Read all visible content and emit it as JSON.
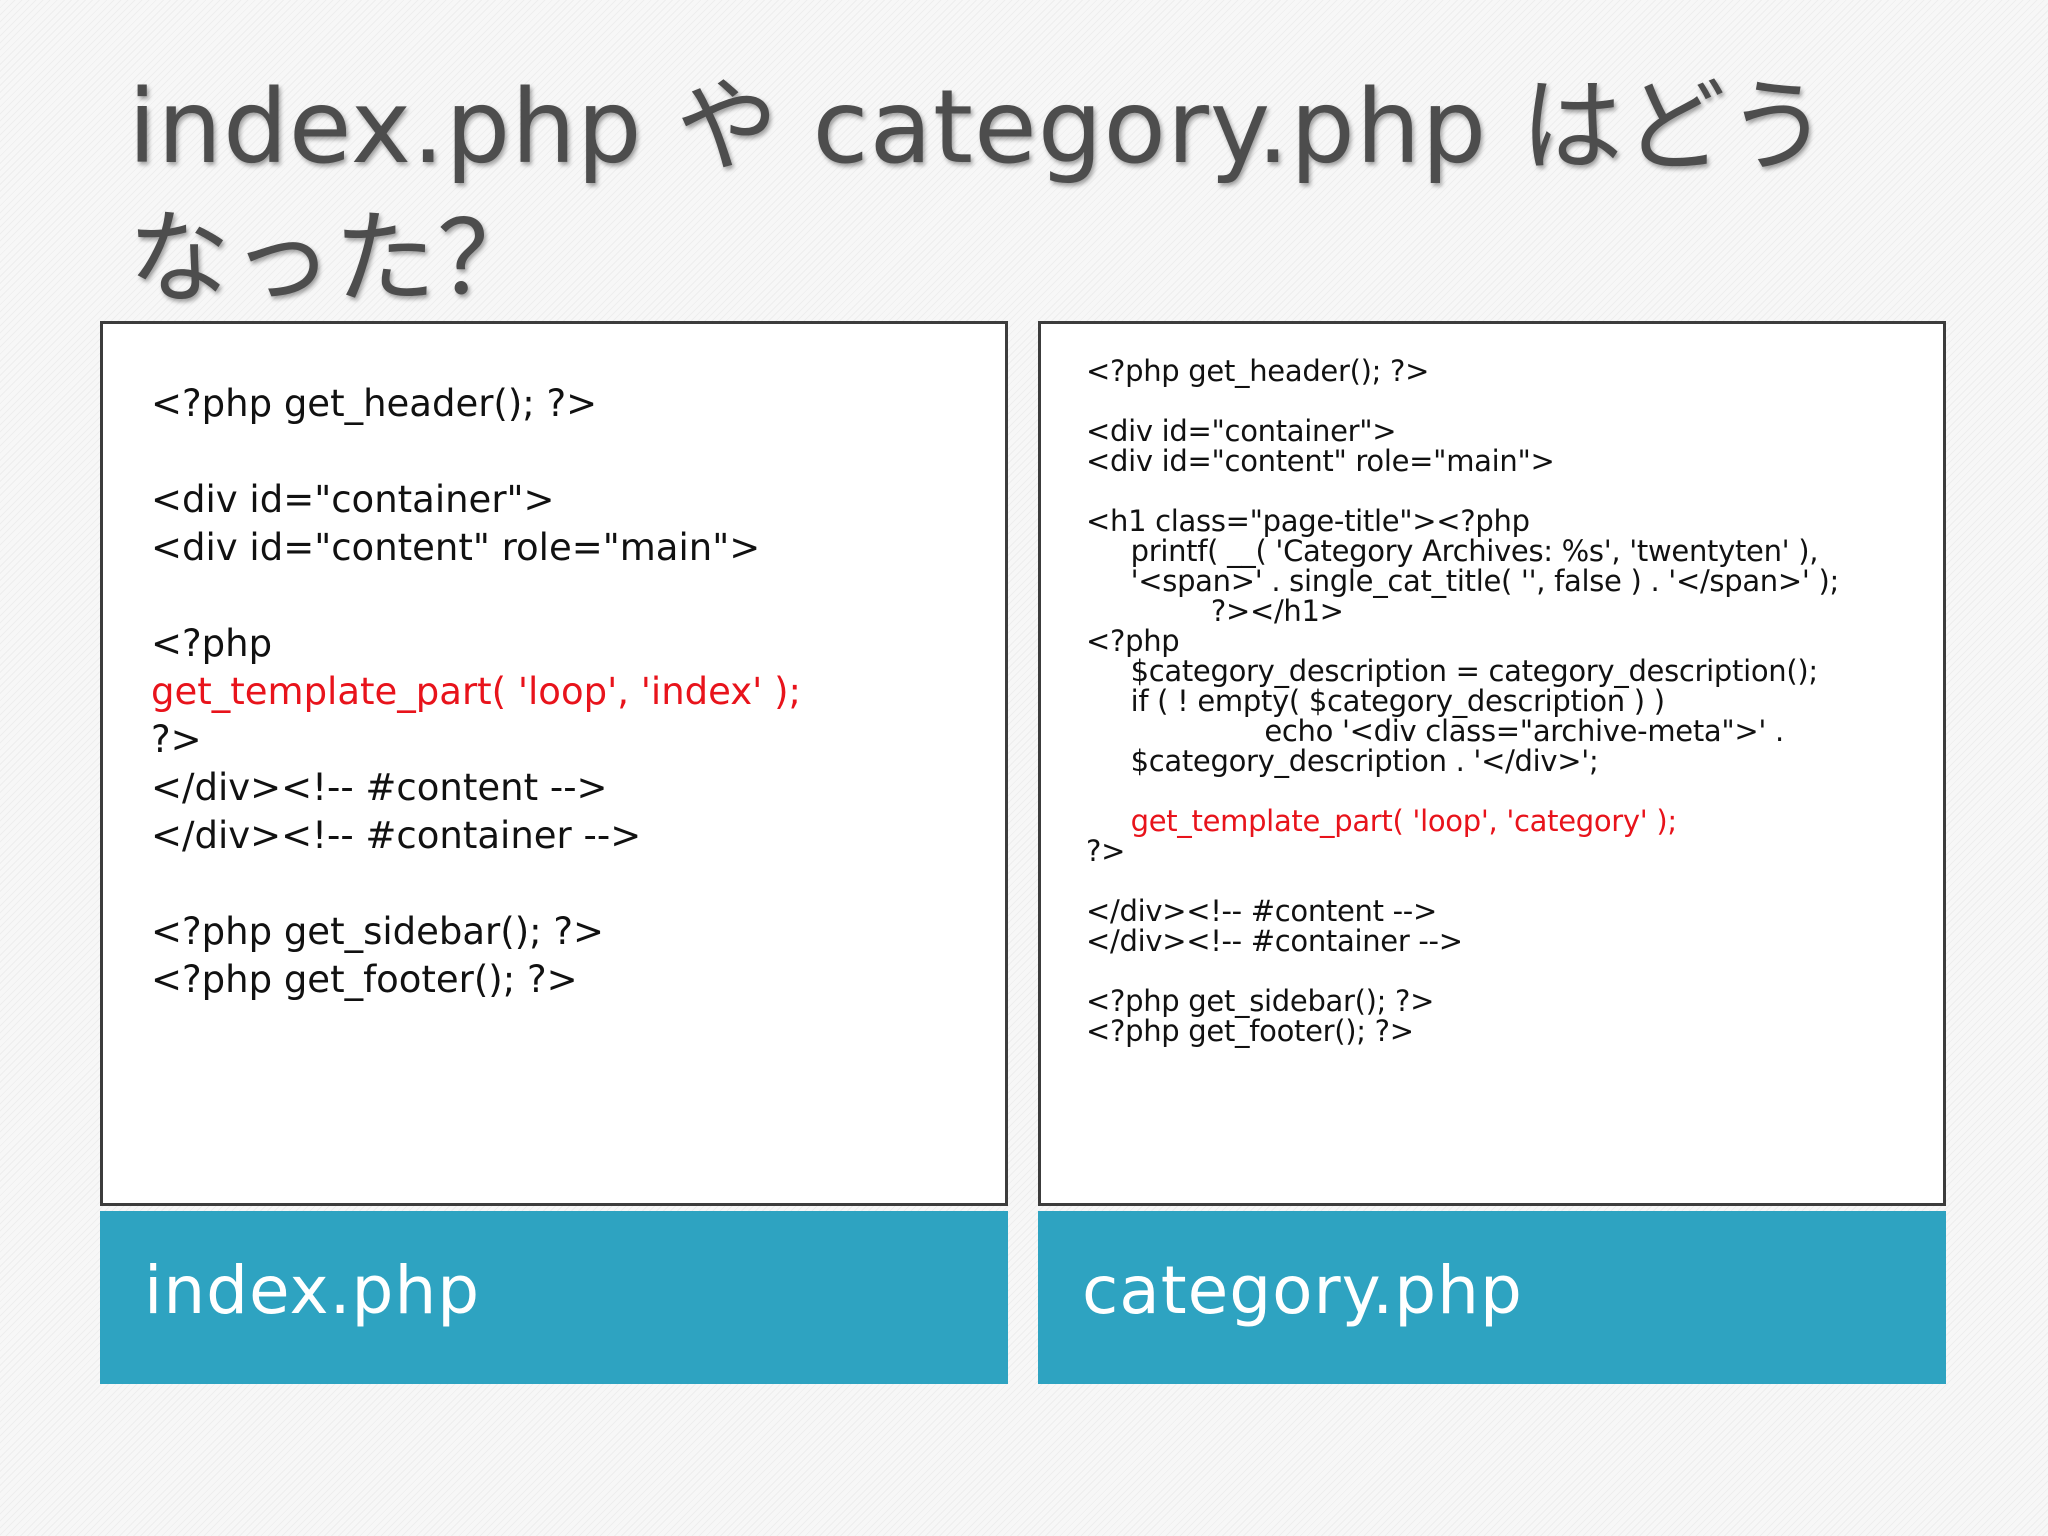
{
  "title": {
    "line1": "index.php や category.php はどう",
    "line2": "なった？"
  },
  "panels": {
    "left": {
      "caption": "index.php",
      "lines": [
        {
          "text": "<?php get_header(); ?>",
          "highlight": false
        },
        {
          "text": "",
          "highlight": false
        },
        {
          "text": "<div id=\"container\">",
          "highlight": false
        },
        {
          "text": "<div id=\"content\" role=\"main\">",
          "highlight": false
        },
        {
          "text": "",
          "highlight": false
        },
        {
          "text": "<?php",
          "highlight": false
        },
        {
          "text": "get_template_part( 'loop', 'index' );",
          "highlight": true
        },
        {
          "text": "?>",
          "highlight": false
        },
        {
          "text": "</div><!-- #content -->",
          "highlight": false
        },
        {
          "text": "</div><!-- #container -->",
          "highlight": false
        },
        {
          "text": "",
          "highlight": false
        },
        {
          "text": "<?php get_sidebar(); ?>",
          "highlight": false
        },
        {
          "text": "<?php get_footer(); ?>",
          "highlight": false
        }
      ]
    },
    "right": {
      "caption": "category.php",
      "lines": [
        {
          "text": "<?php get_header(); ?>",
          "highlight": false
        },
        {
          "text": "",
          "highlight": false
        },
        {
          "text": "<div id=\"container\">",
          "highlight": false
        },
        {
          "text": "<div id=\"content\" role=\"main\">",
          "highlight": false
        },
        {
          "text": "",
          "highlight": false
        },
        {
          "text": "<h1 class=\"page-title\"><?php",
          "highlight": false
        },
        {
          "text": "     printf( __( 'Category Archives: %s', 'twentyten' ),",
          "highlight": false
        },
        {
          "text": "     '<span>' . single_cat_title( '', false ) . '</span>' );",
          "highlight": false
        },
        {
          "text": "              ?></h1>",
          "highlight": false
        },
        {
          "text": "<?php",
          "highlight": false
        },
        {
          "text": "     $category_description = category_description();",
          "highlight": false
        },
        {
          "text": "     if ( ! empty( $category_description ) )",
          "highlight": false
        },
        {
          "text": "                    echo '<div class=\"archive-meta\">' .",
          "highlight": false
        },
        {
          "text": "     $category_description . '</div>';",
          "highlight": false
        },
        {
          "text": "",
          "highlight": false
        },
        {
          "text": "     get_template_part( 'loop', 'category' );",
          "highlight": true
        },
        {
          "text": "?>",
          "highlight": false
        },
        {
          "text": "",
          "highlight": false
        },
        {
          "text": "</div><!-- #content -->",
          "highlight": false
        },
        {
          "text": "</div><!-- #container -->",
          "highlight": false
        },
        {
          "text": "",
          "highlight": false
        },
        {
          "text": "<?php get_sidebar(); ?>",
          "highlight": false
        },
        {
          "text": "<?php get_footer(); ?>",
          "highlight": false
        }
      ]
    }
  },
  "colors": {
    "caption_background": "#2ea3c1",
    "highlight": "#e8131b",
    "title": "#4d4d4d"
  }
}
